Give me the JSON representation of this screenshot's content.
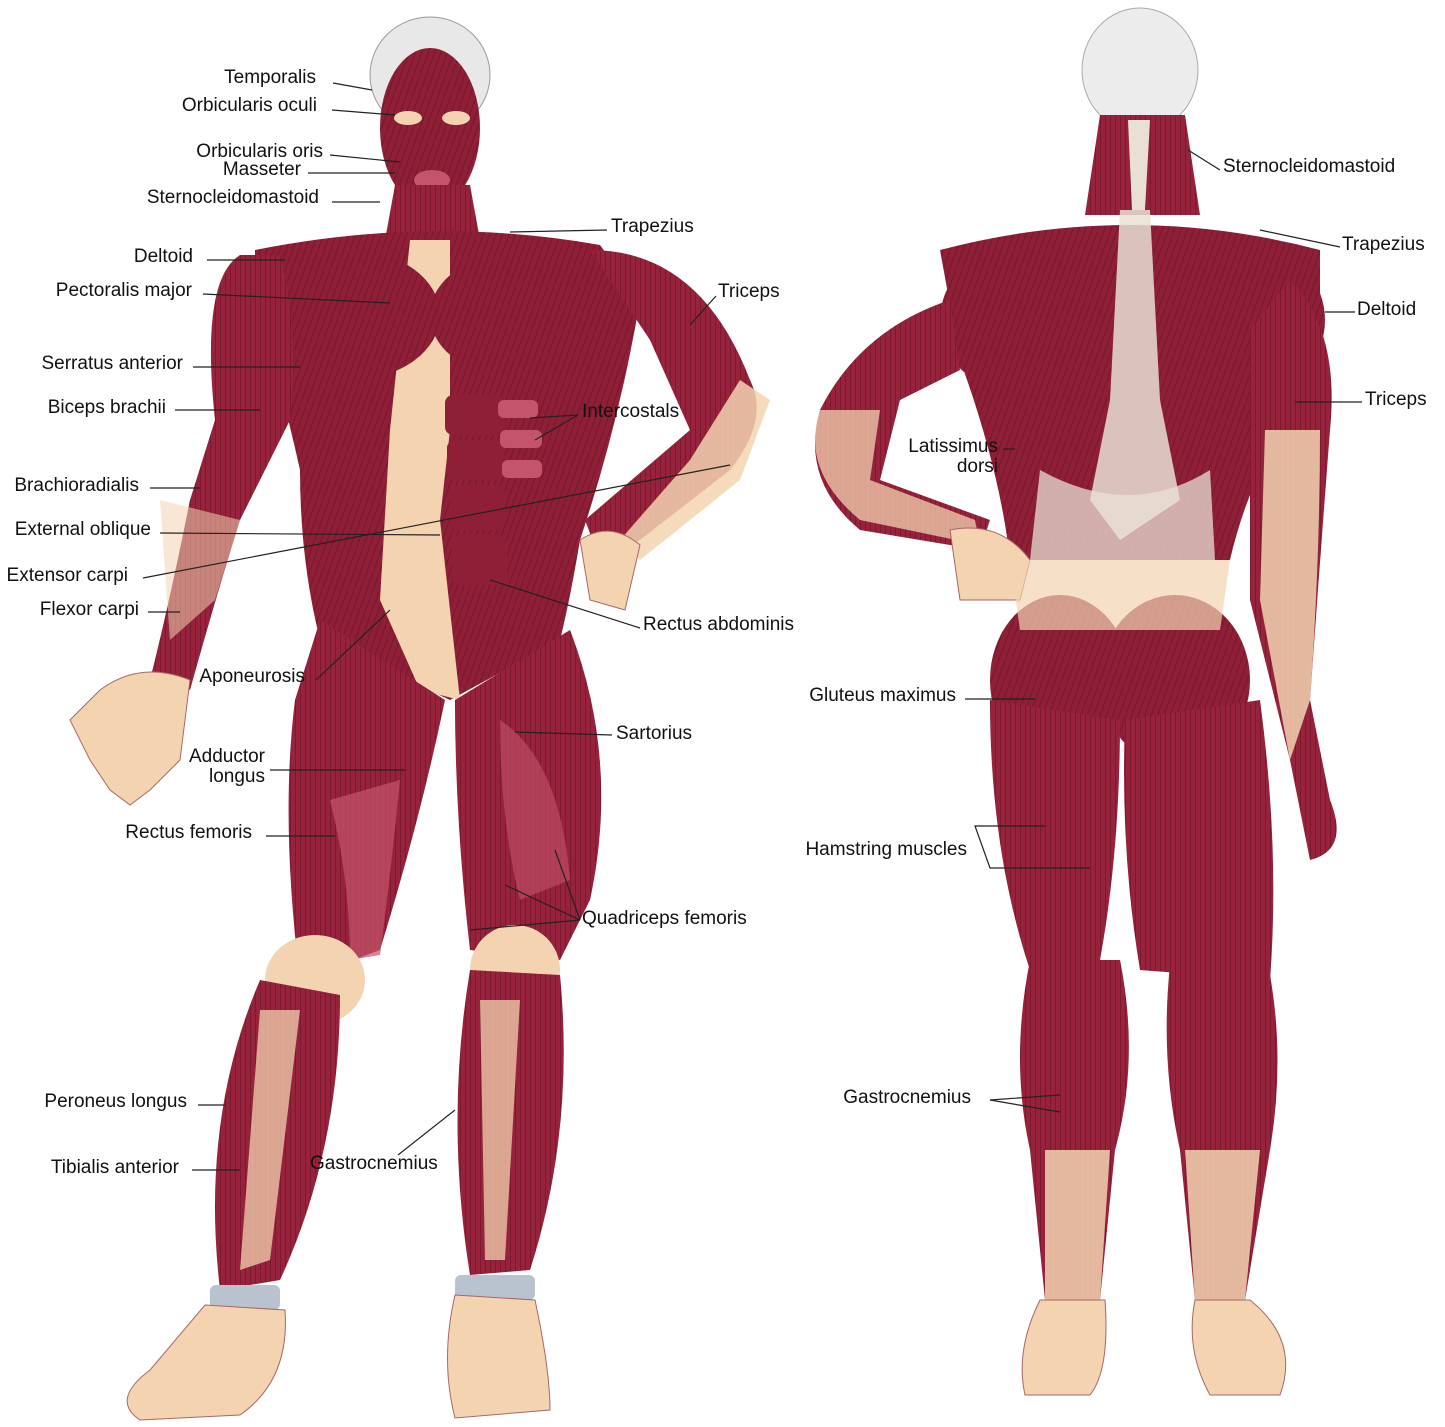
{
  "front_view": {
    "labels": [
      {
        "key": "temporalis",
        "text": "Temporalis"
      },
      {
        "key": "orbicularis_oculi",
        "text": "Orbicularis oculi"
      },
      {
        "key": "orbicularis_oris",
        "text": "Orbicularis oris"
      },
      {
        "key": "masseter",
        "text": "Masseter"
      },
      {
        "key": "sternocleidomastoid",
        "text": "Sternocleidomastoid"
      },
      {
        "key": "trapezius",
        "text": "Trapezius"
      },
      {
        "key": "deltoid",
        "text": "Deltoid"
      },
      {
        "key": "pectoralis_major",
        "text": "Pectoralis major"
      },
      {
        "key": "triceps",
        "text": "Triceps"
      },
      {
        "key": "serratus_anterior",
        "text": "Serratus anterior"
      },
      {
        "key": "biceps_brachii",
        "text": "Biceps brachii"
      },
      {
        "key": "intercostals",
        "text": "Intercostals"
      },
      {
        "key": "brachioradialis",
        "text": "Brachioradialis"
      },
      {
        "key": "external_oblique",
        "text": "External oblique"
      },
      {
        "key": "extensor_carpi",
        "text": "Extensor carpi"
      },
      {
        "key": "flexor_carpi",
        "text": "Flexor carpi"
      },
      {
        "key": "rectus_abdominis",
        "text": "Rectus abdominis"
      },
      {
        "key": "aponeurosis",
        "text": "Aponeurosis"
      },
      {
        "key": "sartorius",
        "text": "Sartorius"
      },
      {
        "key": "adductor_longus",
        "text": "Adductor\nlongus"
      },
      {
        "key": "rectus_femoris",
        "text": "Rectus femoris"
      },
      {
        "key": "quadriceps_femoris",
        "text": "Quadriceps femoris"
      },
      {
        "key": "peroneus_longus",
        "text": "Peroneus longus"
      },
      {
        "key": "tibialis_anterior",
        "text": "Tibialis anterior"
      },
      {
        "key": "gastrocnemius",
        "text": "Gastrocnemius"
      }
    ]
  },
  "back_view": {
    "labels": [
      {
        "key": "sternocleidomastoid",
        "text": "Sternocleidomastoid"
      },
      {
        "key": "trapezius",
        "text": "Trapezius"
      },
      {
        "key": "deltoid",
        "text": "Deltoid"
      },
      {
        "key": "triceps",
        "text": "Triceps"
      },
      {
        "key": "latissimus_dorsi",
        "text": "Latissimus\ndorsi"
      },
      {
        "key": "gluteus_maximus",
        "text": "Gluteus maximus"
      },
      {
        "key": "hamstring_muscles",
        "text": "Hamstring muscles"
      },
      {
        "key": "gastrocnemius",
        "text": "Gastrocnemius"
      }
    ]
  },
  "colors": {
    "muscle": "#8e1f37",
    "muscle_dark": "#6a1328",
    "muscle_light": "#c4546a",
    "skin": "#f3d3b0",
    "tendon": "#e9e0d3",
    "hair": "#e8e8e8"
  }
}
